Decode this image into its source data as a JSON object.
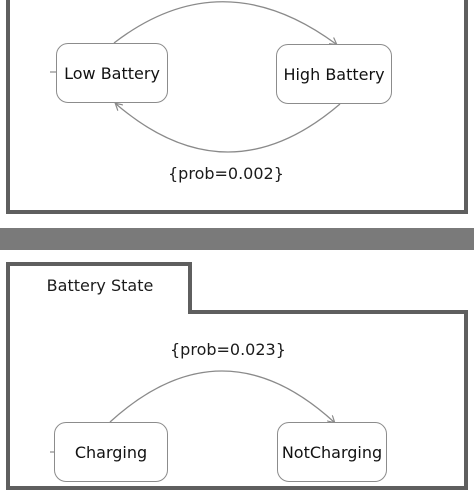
{
  "top_diagram": {
    "states": {
      "low": "Low Battery",
      "high": "High Battery"
    },
    "transition_label": "{prob=0.002}"
  },
  "bottom_diagram": {
    "tab_title": "Battery State",
    "states": {
      "charging": "Charging",
      "notcharging": "NotCharging"
    },
    "transition_label": "{prob=0.023}"
  }
}
